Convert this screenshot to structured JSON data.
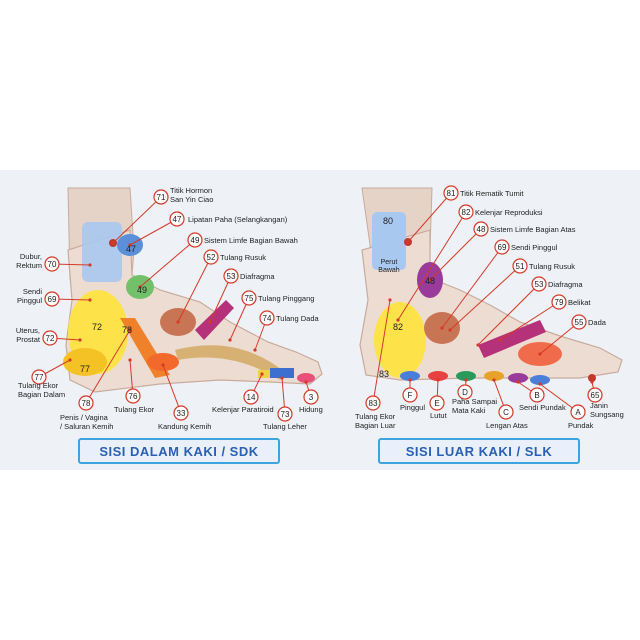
{
  "left": {
    "caption": "SISI DALAM KAKI / SDK",
    "points": [
      {
        "num": "71",
        "label": "Titik Hormon\nSan Yin Ciao"
      },
      {
        "num": "47",
        "label": "Lipatan Paha (Selangkangan)"
      },
      {
        "num": "49",
        "label": "Sistem Limfe Bagian Bawah"
      },
      {
        "num": "52",
        "label": "Tulang Rusuk"
      },
      {
        "num": "53",
        "label": "Diafragma"
      },
      {
        "num": "75",
        "label": "Tulang Pinggang"
      },
      {
        "num": "74",
        "label": "Tulang Dada"
      },
      {
        "num": "70",
        "label": "Dubur,\nRektum"
      },
      {
        "num": "69",
        "label": "Sendi\nPinggul"
      },
      {
        "num": "72",
        "label": "Uterus,\nProstat"
      },
      {
        "num": "77",
        "label": "Tulang Ekor\nBagian Dalam"
      },
      {
        "num": "78",
        "label": "Penis / Vagina\n/ Saluran Kemih"
      },
      {
        "num": "76",
        "label": "Tulang Ekor"
      },
      {
        "num": "33",
        "label": "Kandung Kemih"
      },
      {
        "num": "14",
        "label": "Kelenjar Paratiroid"
      },
      {
        "num": "73",
        "label": "Tulang Leher"
      },
      {
        "num": "3",
        "label": "Hidung"
      }
    ],
    "zone_numbers": [
      "47",
      "49",
      "72",
      "78",
      "77"
    ]
  },
  "right": {
    "caption": "SISI LUAR KAKI / SLK",
    "points": [
      {
        "num": "81",
        "label": "Titik Rematik Tumit"
      },
      {
        "num": "82",
        "label": "Kelenjar Reproduksi"
      },
      {
        "num": "48",
        "label": "Sistem Limfe Bagian Atas"
      },
      {
        "num": "69",
        "label": "Sendi Pinggul"
      },
      {
        "num": "51",
        "label": "Tulang Rusuk"
      },
      {
        "num": "53",
        "label": "Diafragma"
      },
      {
        "num": "79",
        "label": "Belikat"
      },
      {
        "num": "55",
        "label": "Dada"
      },
      {
        "num": "83",
        "label": "Tulang Ekor\nBagian Luar"
      },
      {
        "num": "F",
        "label": "Pinggul"
      },
      {
        "num": "E",
        "label": "Lutut"
      },
      {
        "num": "D",
        "label": "Paha Sampai\nMata Kaki"
      },
      {
        "num": "C",
        "label": "Lengan Atas"
      },
      {
        "num": "B",
        "label": "Sendi Pundak"
      },
      {
        "num": "A",
        "label": "Pundak"
      },
      {
        "num": "65",
        "label": "Janin\nSungsang"
      }
    ],
    "zone_numbers": [
      "80",
      "48",
      "82",
      "83"
    ],
    "zone_80_label": "Perut\nBawah"
  }
}
